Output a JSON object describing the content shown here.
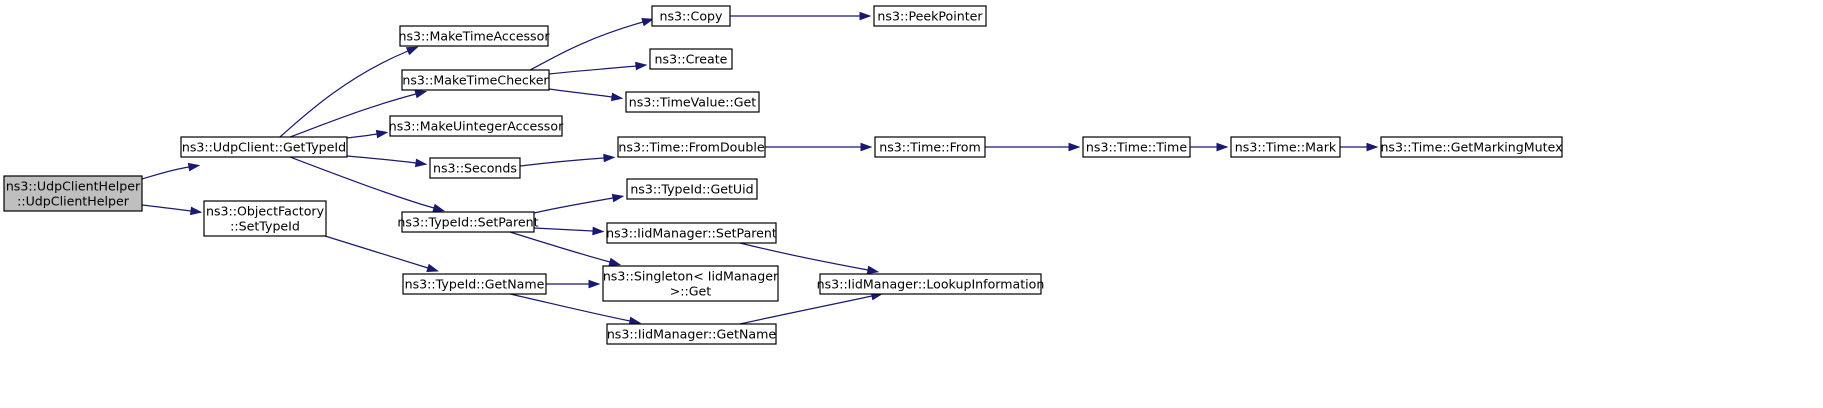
{
  "diagram": {
    "colors": {
      "edge": "#191970",
      "root_fill": "#bfbfbf",
      "node_fill": "#ffffff",
      "node_border": "#000000"
    },
    "nodes": [
      {
        "id": "root",
        "lines": [
          "ns3::UdpClientHelper",
          "::UdpClientHelper"
        ],
        "root": true
      },
      {
        "id": "udpclient_gettypeid",
        "lines": [
          "ns3::UdpClient::GetTypeId"
        ]
      },
      {
        "id": "objectfactory_settypeid",
        "lines": [
          "ns3::ObjectFactory",
          "::SetTypeId"
        ]
      },
      {
        "id": "maketimeaccessor",
        "lines": [
          "ns3::MakeTimeAccessor"
        ]
      },
      {
        "id": "maketimechecker",
        "lines": [
          "ns3::MakeTimeChecker"
        ]
      },
      {
        "id": "makeuintegeraccessor",
        "lines": [
          "ns3::MakeUintegerAccessor"
        ]
      },
      {
        "id": "seconds",
        "lines": [
          "ns3::Seconds"
        ]
      },
      {
        "id": "typeid_setparent",
        "lines": [
          "ns3::TypeId::SetParent"
        ]
      },
      {
        "id": "typeid_getname",
        "lines": [
          "ns3::TypeId::GetName"
        ]
      },
      {
        "id": "copy",
        "lines": [
          "ns3::Copy"
        ]
      },
      {
        "id": "create",
        "lines": [
          "ns3::Create"
        ]
      },
      {
        "id": "timevalue_get",
        "lines": [
          "ns3::TimeValue::Get"
        ]
      },
      {
        "id": "time_fromdouble",
        "lines": [
          "ns3::Time::FromDouble"
        ]
      },
      {
        "id": "typeid_getuid",
        "lines": [
          "ns3::TypeId::GetUid"
        ]
      },
      {
        "id": "iidmanager_setparent",
        "lines": [
          "ns3::IidManager::SetParent"
        ]
      },
      {
        "id": "singleton_get",
        "lines": [
          "ns3::Singleton< IidManager",
          ">::Get"
        ]
      },
      {
        "id": "iidmanager_getname",
        "lines": [
          "ns3::IidManager::GetName"
        ]
      },
      {
        "id": "peekpointer",
        "lines": [
          "ns3::PeekPointer"
        ]
      },
      {
        "id": "time_from",
        "lines": [
          "ns3::Time::From"
        ]
      },
      {
        "id": "iidmanager_lookupinformation",
        "lines": [
          "ns3::IidManager::LookupInformation"
        ]
      },
      {
        "id": "time_time",
        "lines": [
          "ns3::Time::Time"
        ]
      },
      {
        "id": "time_mark",
        "lines": [
          "ns3::Time::Mark"
        ]
      },
      {
        "id": "time_getmarkingmutex",
        "lines": [
          "ns3::Time::GetMarkingMutex"
        ]
      }
    ],
    "edges": [
      [
        "root",
        "udpclient_gettypeid"
      ],
      [
        "root",
        "objectfactory_settypeid"
      ],
      [
        "udpclient_gettypeid",
        "maketimeaccessor"
      ],
      [
        "udpclient_gettypeid",
        "maketimechecker"
      ],
      [
        "udpclient_gettypeid",
        "makeuintegeraccessor"
      ],
      [
        "udpclient_gettypeid",
        "seconds"
      ],
      [
        "udpclient_gettypeid",
        "typeid_setparent"
      ],
      [
        "objectfactory_settypeid",
        "typeid_getname"
      ],
      [
        "maketimechecker",
        "copy"
      ],
      [
        "maketimechecker",
        "create"
      ],
      [
        "maketimechecker",
        "timevalue_get"
      ],
      [
        "copy",
        "peekpointer"
      ],
      [
        "seconds",
        "time_fromdouble"
      ],
      [
        "time_fromdouble",
        "time_from"
      ],
      [
        "time_from",
        "time_time"
      ],
      [
        "time_time",
        "time_mark"
      ],
      [
        "time_mark",
        "time_getmarkingmutex"
      ],
      [
        "typeid_setparent",
        "typeid_getuid"
      ],
      [
        "typeid_setparent",
        "iidmanager_setparent"
      ],
      [
        "typeid_setparent",
        "singleton_get"
      ],
      [
        "iidmanager_setparent",
        "iidmanager_lookupinformation"
      ],
      [
        "typeid_getname",
        "singleton_get"
      ],
      [
        "typeid_getname",
        "iidmanager_getname"
      ],
      [
        "iidmanager_getname",
        "iidmanager_lookupinformation"
      ]
    ]
  }
}
